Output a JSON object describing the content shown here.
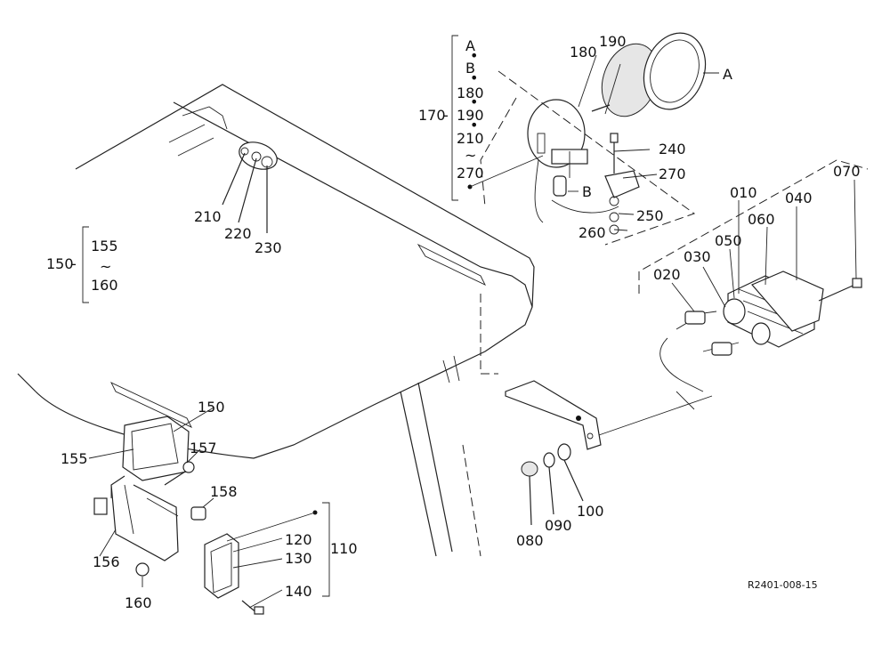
{
  "labels": {
    "a1": "A",
    "b1": "B",
    "n180a": "180",
    "n190a": "190",
    "n210a": "210",
    "tilde1": "~",
    "n270a": "270",
    "n170": "170",
    "n180": "180",
    "n190": "190",
    "a2": "A",
    "n240": "240",
    "n270": "270",
    "n250": "250",
    "n260": "260",
    "b2": "B",
    "n210": "210",
    "n220": "220",
    "n230": "230",
    "n150a": "150",
    "n155a": "155",
    "tilde2": "~",
    "n160a": "160",
    "n010": "010",
    "n070": "070",
    "n040": "040",
    "n060": "060",
    "n050": "050",
    "n030": "030",
    "n020": "020",
    "n150": "150",
    "n155": "155",
    "n157": "157",
    "n158": "158",
    "n156": "156",
    "n160": "160",
    "n120": "120",
    "n130": "130",
    "n110": "110",
    "n140": "140",
    "n080": "080",
    "n090": "090",
    "n100": "100",
    "code": "R2401-008-15"
  }
}
